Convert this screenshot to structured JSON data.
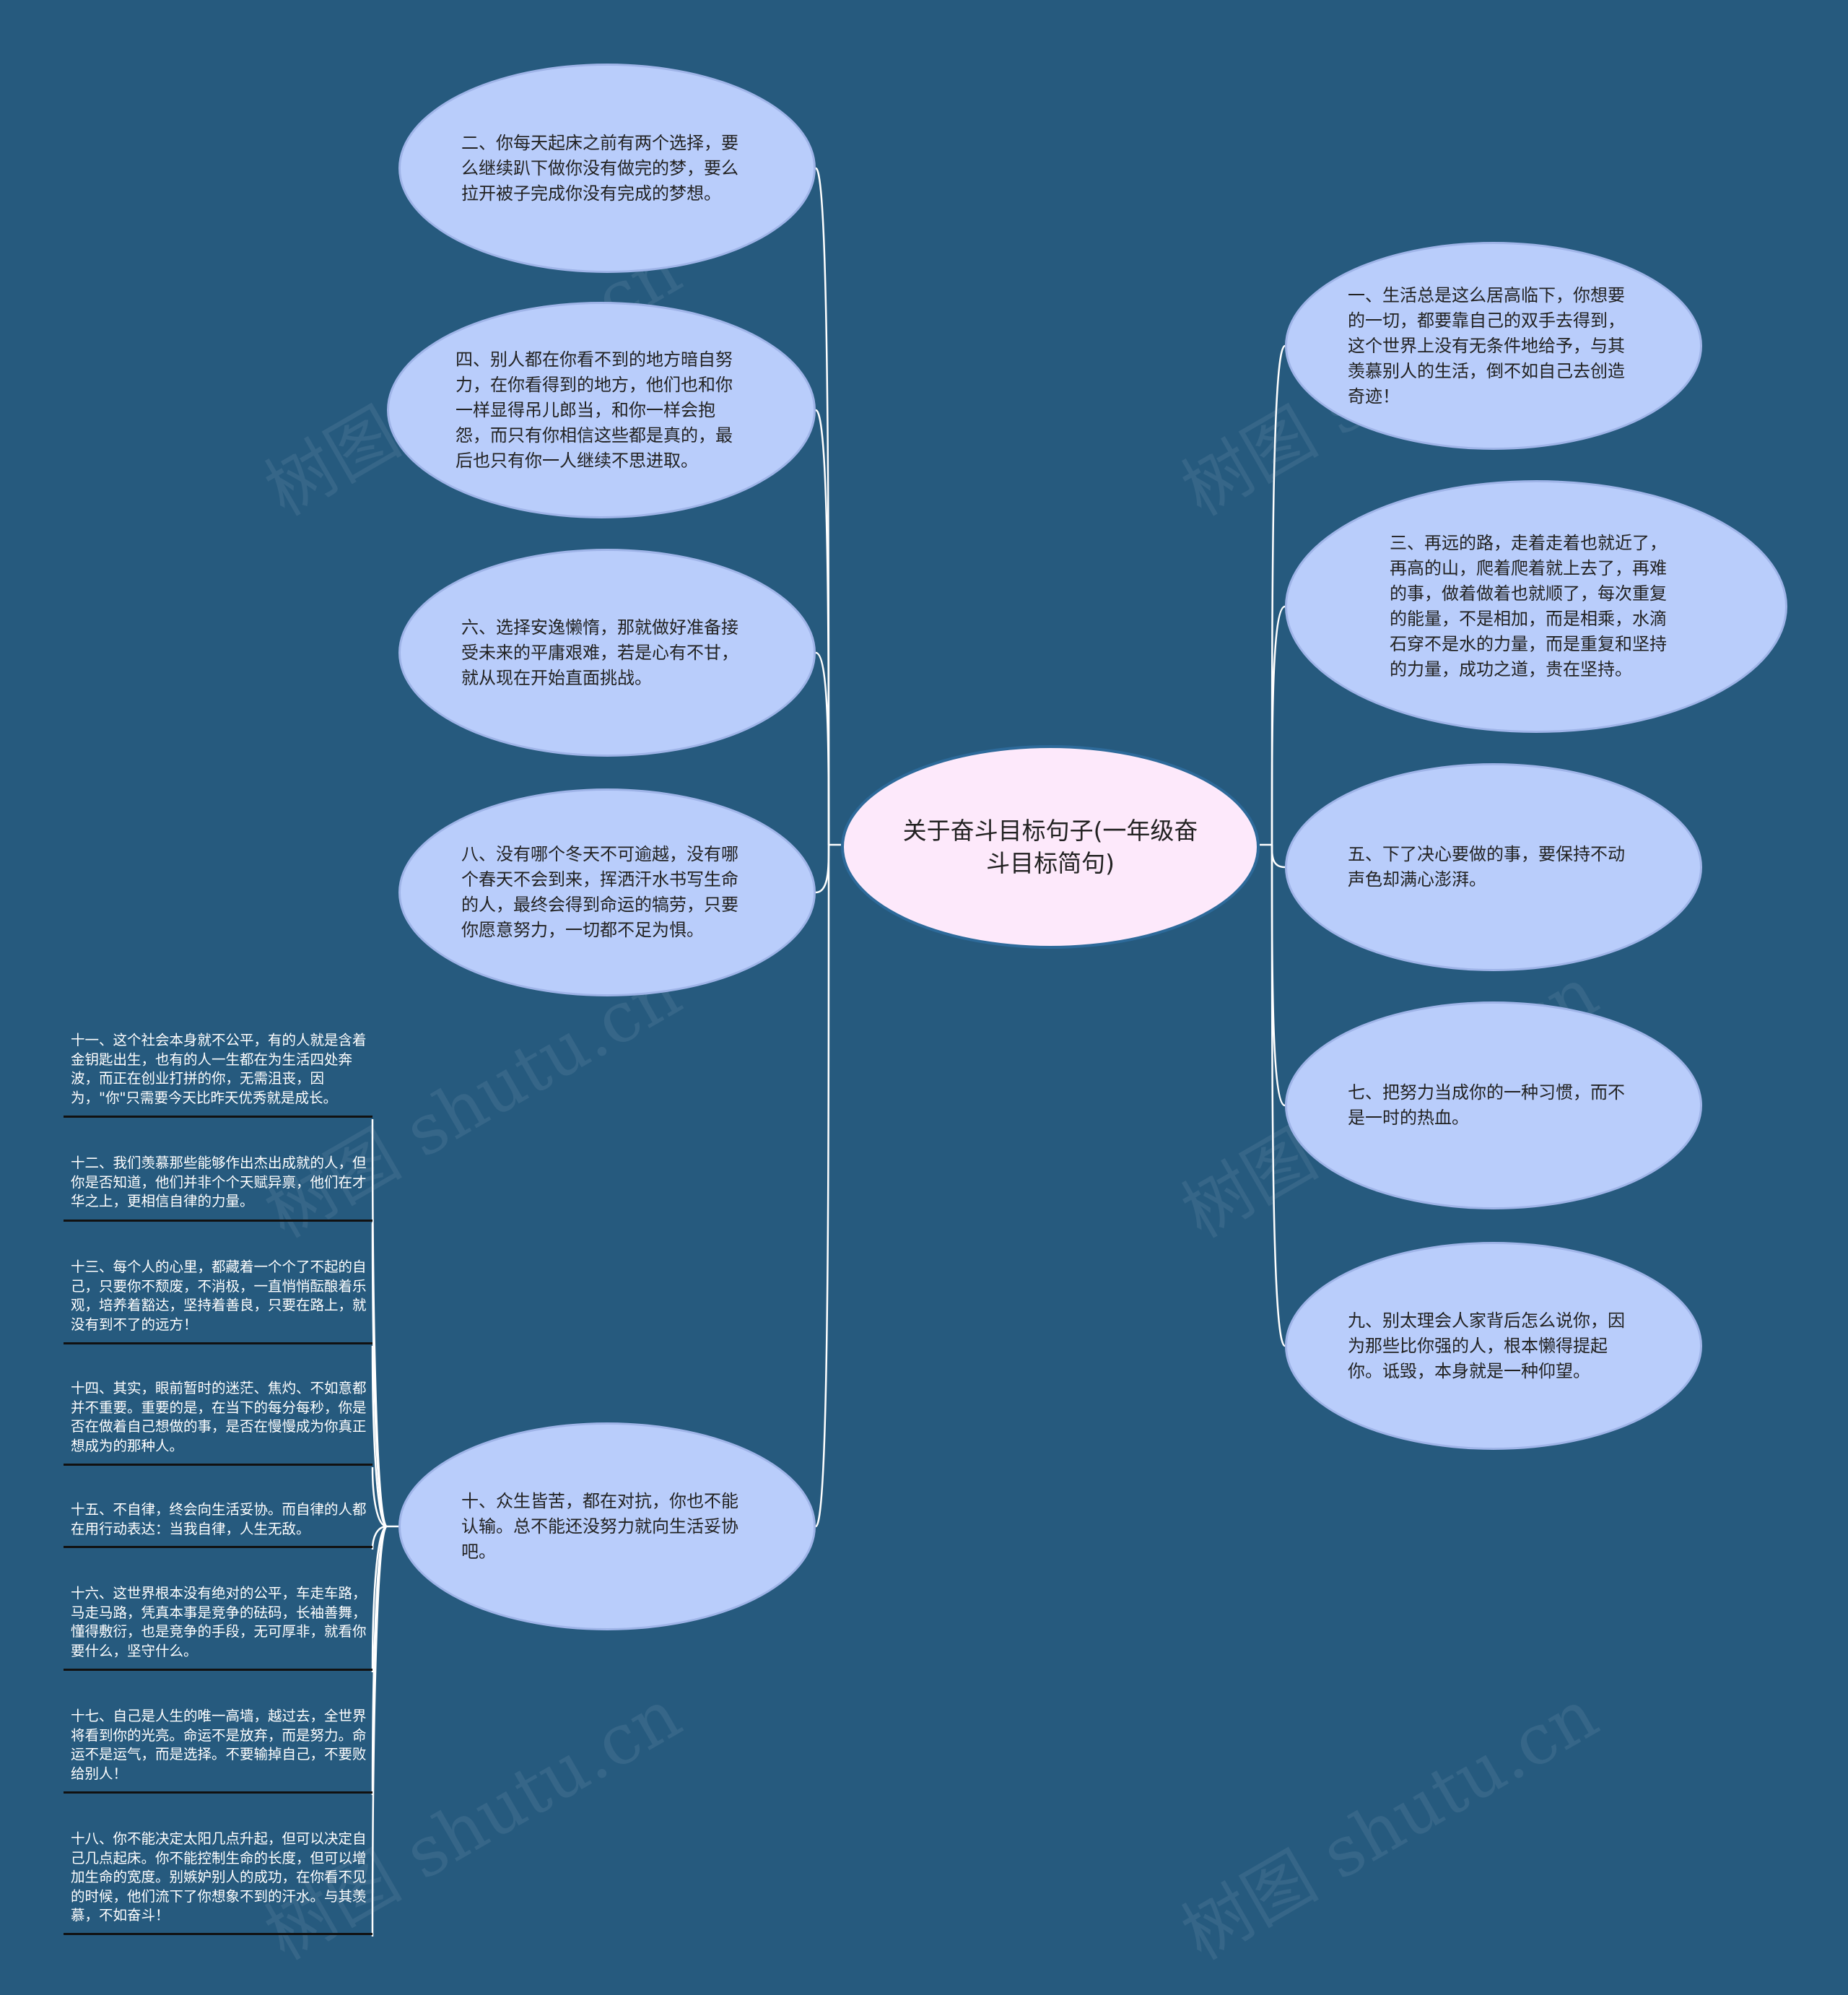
{
  "root": {
    "label": "关于奋斗目标句子(一年级奋斗目标简句)"
  },
  "left_nodes": [
    "二、你每天起床之前有两个选择，要么继续趴下做你没有做完的梦，要么拉开被子完成你没有完成的梦想。",
    "四、别人都在你看不到的地方暗自努力，在你看得到的地方，他们也和你一样显得吊儿郎当，和你一样会抱怨，而只有你相信这些都是真的，最后也只有你一人继续不思进取。",
    "六、选择安逸懒惰，那就做好准备接受未来的平庸艰难，若是心有不甘，就从现在开始直面挑战。",
    "八、没有哪个冬天不可逾越，没有哪个春天不会到来，挥洒汗水书写生命的人，最终会得到命运的犒劳，只要你愿意努力，一切都不足为惧。",
    "十、众生皆苦，都在对抗，你也不能认输。总不能还没努力就向生活妥协吧。"
  ],
  "right_nodes": [
    "一、生活总是这么居高临下，你想要的一切，都要靠自己的双手去得到，这个世界上没有无条件地给予，与其羡慕别人的生活，倒不如自己去创造奇迹！",
    "三、再远的路，走着走着也就近了，再高的山，爬着爬着就上去了，再难的事，做着做着也就顺了，每次重复的能量，不是相加，而是相乘，水滴石穿不是水的力量，而是重复和坚持的力量，成功之道，贵在坚持。",
    "五、下了决心要做的事，要保持不动声色却满心澎湃。",
    "七、把努力当成你的一种习惯，而不是一时的热血。",
    "九、别太理会人家背后怎么说你，因为那些比你强的人，根本懒得提起你。诋毁，本身就是一种仰望。"
  ],
  "leaf_items": [
    "十一、这个社会本身就不公平，有的人就是含着金钥匙出生，也有的人一生都在为生活四处奔波，而正在创业打拼的你，无需沮丧，因为，\"你\"只需要今天比昨天优秀就是成长。",
    "十二、我们羡慕那些能够作出杰出成就的人，但你是否知道，他们并非个个天赋异禀，他们在才华之上，更相信自律的力量。",
    "十三、每个人的心里，都藏着一个个了不起的自己，只要你不颓废，不消极，一直悄悄酝酿着乐观，培养着豁达，坚持着善良，只要在路上，就没有到不了的远方！",
    "十四、其实，眼前暂时的迷茫、焦灼、不如意都并不重要。重要的是，在当下的每分每秒，你是否在做着自己想做的事，是否在慢慢成为你真正想成为的那种人。",
    "十五、不自律，终会向生活妥协。而自律的人都在用行动表达：当我自律，人生无敌。",
    "十六、这世界根本没有绝对的公平，车走车路，马走马路，凭真本事是竞争的砝码，长袖善舞，懂得敷衍，也是竞争的手段，无可厚非，就看你要什么，坚守什么。",
    "十七、自己是人生的唯一高墙，越过去，全世界将看到你的光亮。命运不是放弃，而是努力。命运不是运气，而是选择。不要输掉自己，不要败给别人！",
    "十八、你不能决定太阳几点升起，但可以决定自己几点起床。你不能控制生命的长度，但可以增加生命的宽度。别嫉妒别人的成功，在你看不见的时候，他们流下了你想象不到的汗水。与其羡慕，不如奋斗！"
  ],
  "watermark": "树图 shutu.cn",
  "colors": {
    "background": "#265a7e",
    "node_fill": "#b9cdfb",
    "root_fill": "#fde9fb",
    "connector": "#ffffff",
    "leaf_text": "#ffffff"
  }
}
